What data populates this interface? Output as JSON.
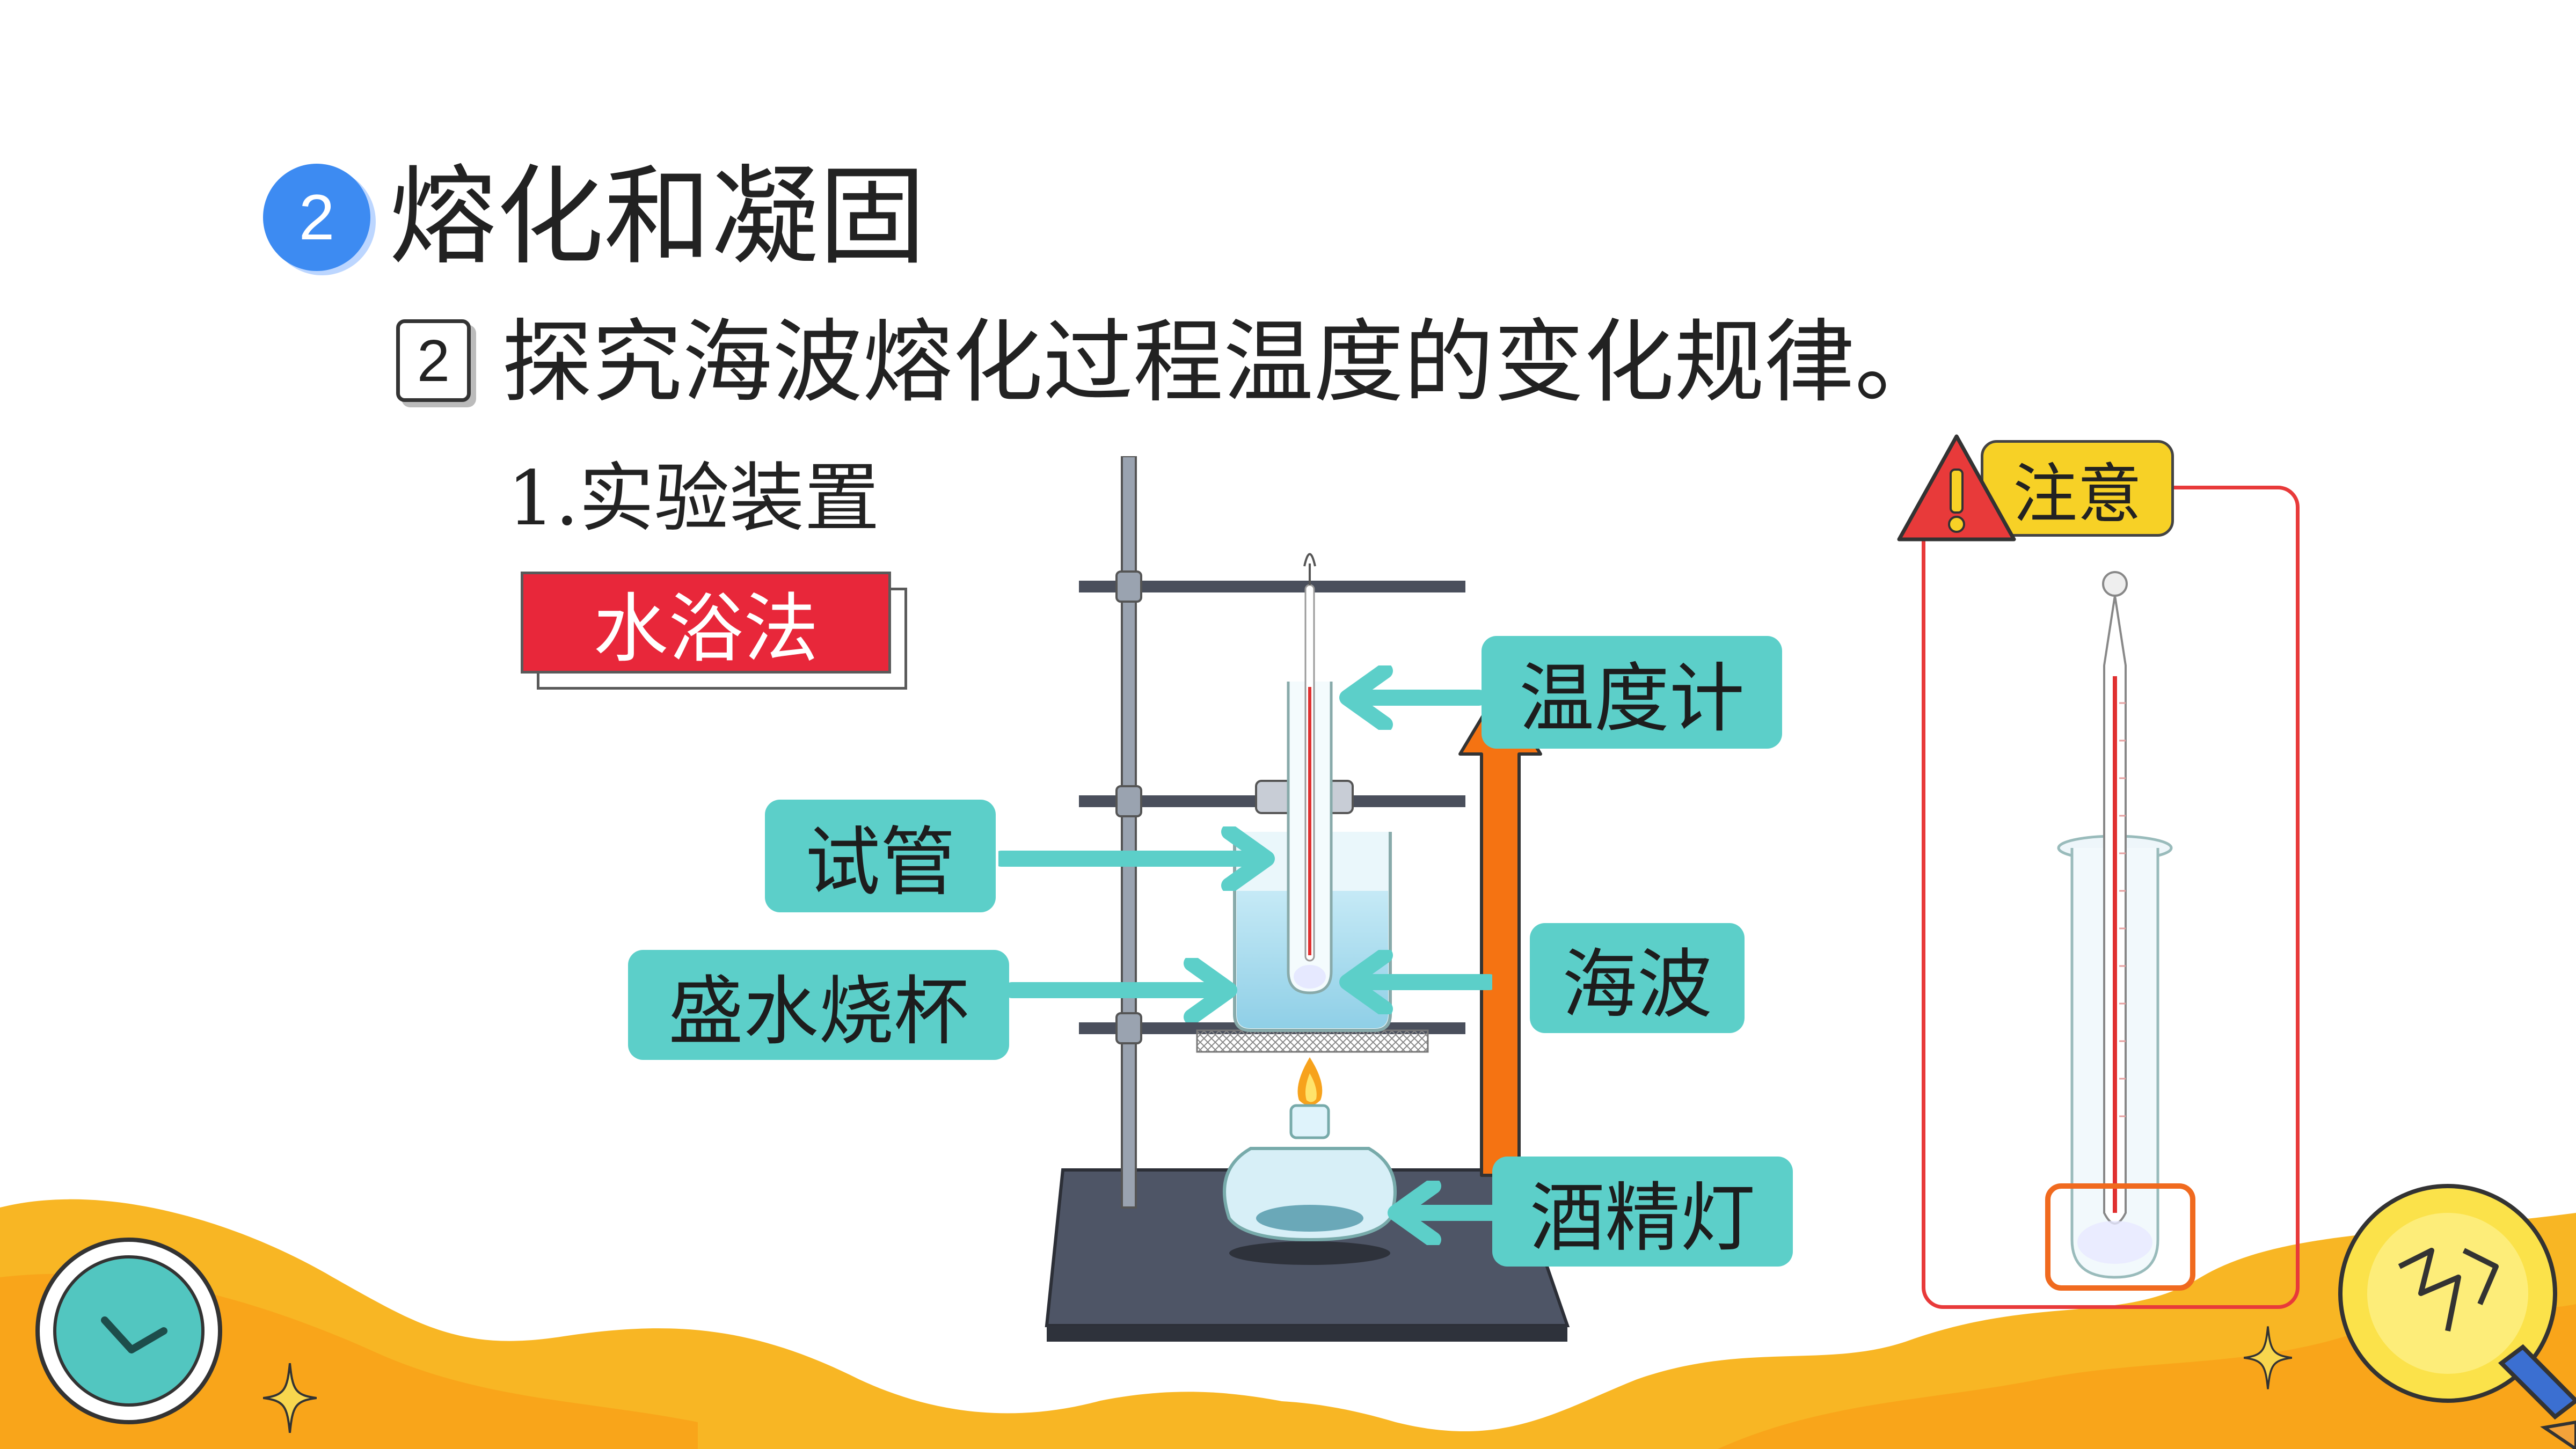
{
  "section": {
    "number": "2",
    "title": "熔化和凝固"
  },
  "subsection": {
    "number": "2",
    "title": "探究海波熔化过程温度的变化规律。"
  },
  "heading": "1.实验装置",
  "method_badge": "水浴法",
  "labels": {
    "thermometer": "温度计",
    "test_tube": "试管",
    "beaker": "盛水烧杯",
    "hypo": "海波",
    "lamp": "酒精灯"
  },
  "notice": {
    "title": "注意",
    "icon": "warning-icon"
  },
  "colors": {
    "accent_blue": "#3d8bf2",
    "label_teal": "#5ccfc9",
    "badge_red": "#e8273a",
    "arrow_orange": "#f57312",
    "wave_yellow": "#f8b624",
    "notice_red": "#e83a3a",
    "highlight_orange": "#f06a1f"
  }
}
